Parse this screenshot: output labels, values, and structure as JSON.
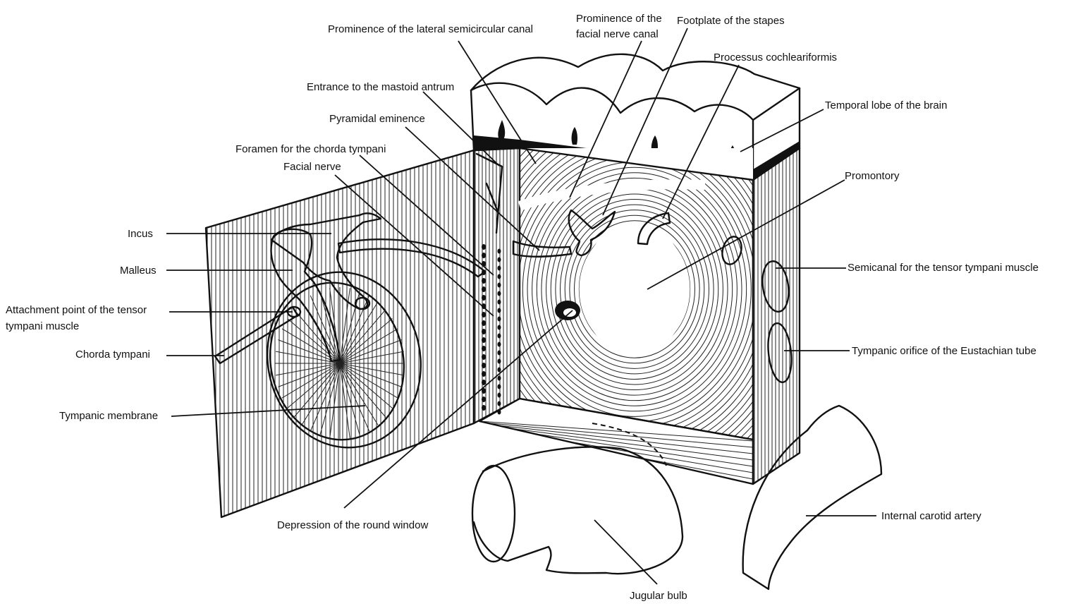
{
  "labels": {
    "prominence_lateral_canal": "Prominence of the lateral semicircular canal",
    "prominence_facial_canal_1": "Prominence of the",
    "prominence_facial_canal_2": "facial nerve canal",
    "footplate_stapes": "Footplate of the stapes",
    "processus_cochleariformis": "Processus cochleariformis",
    "entrance_mastoid_antrum": "Entrance to the mastoid antrum",
    "temporal_lobe": "Temporal lobe of the brain",
    "pyramidal_eminence": "Pyramidal eminence",
    "foramen_chorda": "Foramen for the chorda tympani",
    "facial_nerve": "Facial nerve",
    "promontory": "Promontory",
    "incus": "Incus",
    "malleus": "Malleus",
    "attachment_tensor_1": "Attachment point of the tensor",
    "attachment_tensor_2": "tympani muscle",
    "semicanal_tensor": "Semicanal for the tensor tympani muscle",
    "chorda_tympani": "Chorda tympani",
    "tympanic_orifice": "Tympanic orifice of the Eustachian tube",
    "tympanic_membrane": "Tympanic membrane",
    "internal_carotid": "Internal carotid artery",
    "round_window": "Depression of the round window",
    "jugular_bulb": "Jugular bulb"
  },
  "colors": {
    "ossicle_fill": "#b8eef0",
    "line": "#111111"
  }
}
